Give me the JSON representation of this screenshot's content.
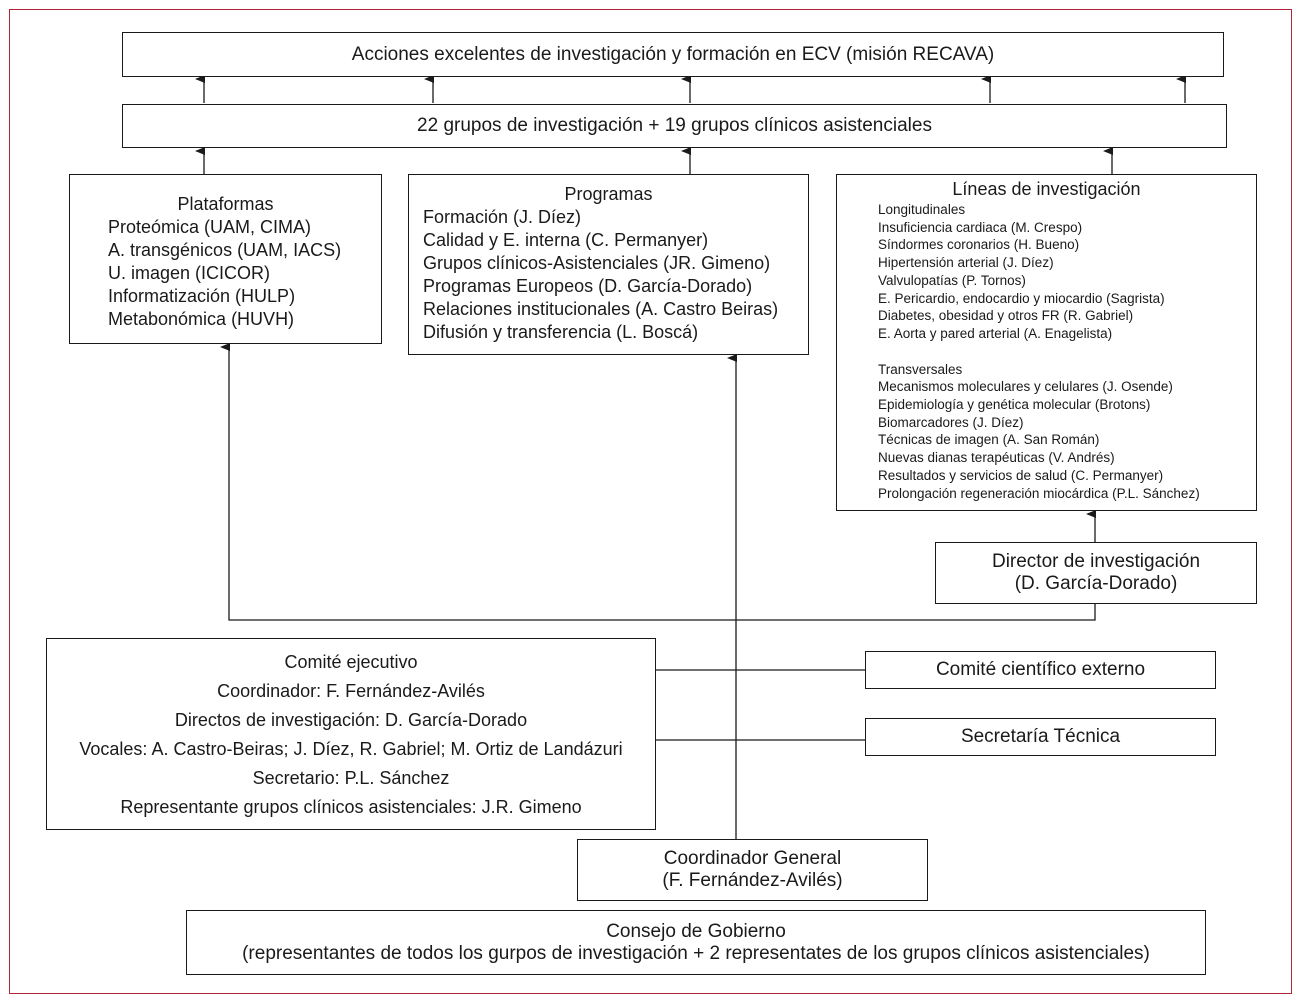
{
  "top": {
    "mission": "Acciones excelentes de investigación y formación en ECV (misión RECAVA)"
  },
  "groups": {
    "label": "22 grupos de investigación + 19 grupos clínicos asistenciales"
  },
  "plataformas": {
    "title": "Plataformas",
    "items": [
      "Proteómica (UAM, CIMA)",
      "A. transgénicos (UAM, IACS)",
      "U. imagen (ICICOR)",
      "Informatización (HULP)",
      "Metabonómica (HUVH)"
    ]
  },
  "programas": {
    "title": "Programas",
    "items": [
      "Formación (J. Díez)",
      "Calidad y E. interna (C. Permanyer)",
      "Grupos clínicos-Asistenciales (JR. Gimeno)",
      "Programas Europeos (D. García-Dorado)",
      "Relaciones institucionales (A. Castro Beiras)",
      "Difusión y transferencia (L. Boscá)"
    ]
  },
  "lineas": {
    "title": "Líneas de investigación",
    "longitudinales_title": "Longitudinales",
    "longitudinales": [
      "Insuficiencia cardiaca (M. Crespo)",
      "Síndormes coronarios (H. Bueno)",
      "Hipertensión arterial (J. Díez)",
      "Valvulopatías (P. Tornos)",
      "E. Pericardio, endocardio y miocardio (Sagrista)",
      "Diabetes, obesidad y otros FR (R. Gabriel)",
      "E. Aorta y pared arterial (A. Enagelista)"
    ],
    "transversales_title": "Transversales",
    "transversales": [
      "Mecanismos moleculares y celulares (J. Osende)",
      "Epidemiología y genética molecular (Brotons)",
      "Biomarcadores (J. Díez)",
      "Técnicas de imagen (A. San Román)",
      "Nuevas dianas terapéuticas (V. Andrés)",
      "Resultados y servicios de salud (C. Permanyer)",
      "Prolongación regeneración miocárdica (P.L. Sánchez)"
    ]
  },
  "director": {
    "title": "Director de investigación",
    "name": "(D. García-Dorado)"
  },
  "comite_ejecutivo": {
    "lines": [
      "Comité ejecutivo",
      "Coordinador: F. Fernández-Avilés",
      "Directos de investigación: D. García-Dorado",
      "Vocales: A. Castro-Beiras; J. Díez, R. Gabriel; M. Ortiz de Landázuri",
      "Secretario: P.L. Sánchez",
      "Representante grupos clínicos asistenciales: J.R. Gimeno"
    ]
  },
  "comite_cientifico": {
    "label": "Comité científico externo"
  },
  "secretaria": {
    "label": "Secretaría Técnica"
  },
  "coordinador": {
    "title": "Coordinador General",
    "name": "(F. Fernández-Avilés)"
  },
  "consejo": {
    "title": "Consejo de Gobierno",
    "subtitle": "(representantes de todos los gurpos de investigación + 2 representates de los grupos clínicos asistenciales)"
  }
}
